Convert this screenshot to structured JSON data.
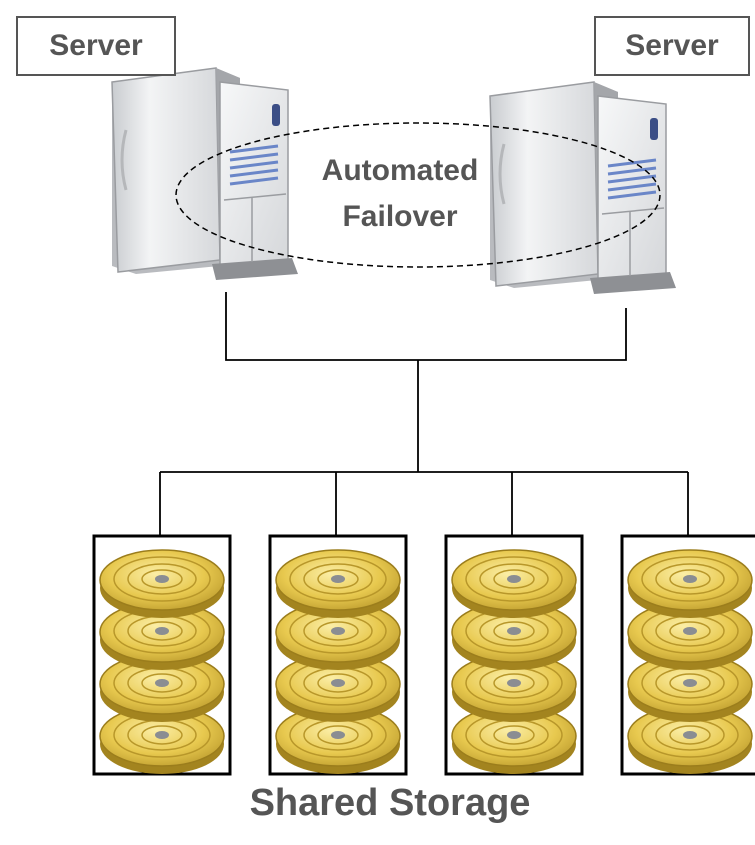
{
  "servers": [
    {
      "label": "Server"
    },
    {
      "label": "Server"
    }
  ],
  "failover": {
    "line1": "Automated",
    "line2": "Failover"
  },
  "storage": {
    "caption": "Shared Storage",
    "unit_count": 4,
    "disks_per_unit": 4
  },
  "colors": {
    "label_text": "#555555",
    "server_body": "#e6e8ea",
    "server_trim": "#a8aaae",
    "vent_lines": "#6a86c8",
    "disk_gold": "#e2c24a",
    "disk_shadow": "#b8972a",
    "connector": "#000000"
  }
}
